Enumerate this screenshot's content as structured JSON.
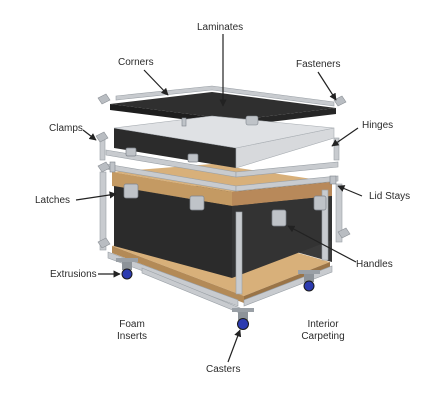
{
  "labels": {
    "laminates": "Laminates",
    "corners": "Corners",
    "fasteners": "Fasteners",
    "clamps": "Clamps",
    "hinges": "Hinges",
    "latches": "Latches",
    "lid_stays": "Lid Stays",
    "handles": "Handles",
    "extrusions": "Extrusions",
    "foam_inserts": [
      "Foam",
      "Inserts"
    ],
    "interior_carpeting": [
      "Interior",
      "Carpeting"
    ],
    "casters": "Casters"
  },
  "colors": {
    "panel_black": "#2b2b2b",
    "aluminum": "#c8cbcf",
    "wood": "#d8b07a",
    "leader": "#222222",
    "caster_wheel": "#2c3bb0"
  }
}
